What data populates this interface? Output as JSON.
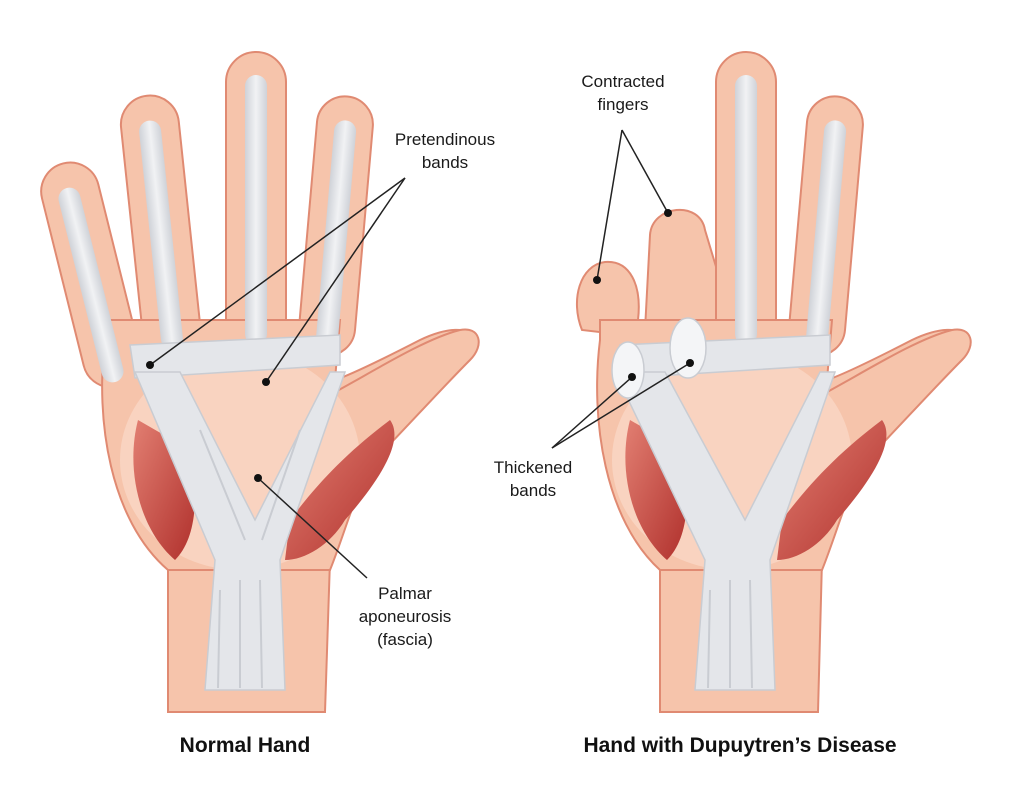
{
  "labels": {
    "pretendinous_line1": "Pretendinous",
    "pretendinous_line2": "bands",
    "palmar_line1": "Palmar",
    "palmar_line2": "aponeurosis",
    "palmar_line3": "(fascia)",
    "contracted_line1": "Contracted",
    "contracted_line2": "fingers",
    "thickened_line1": "Thickened",
    "thickened_line2": "bands"
  },
  "captions": {
    "normal": "Normal Hand",
    "disease": "Hand with Dupuytren’s Disease"
  },
  "colors": {
    "skin": "#f6c4ab",
    "skin_outline": "#e08a72",
    "palm_inner": "#f9d3c0",
    "tendon": "#e4e6ea",
    "tendon_shadow": "#c9ccd2",
    "muscle": "#c8453f",
    "nodule": "#f4f5f7",
    "leader": "#222222"
  }
}
